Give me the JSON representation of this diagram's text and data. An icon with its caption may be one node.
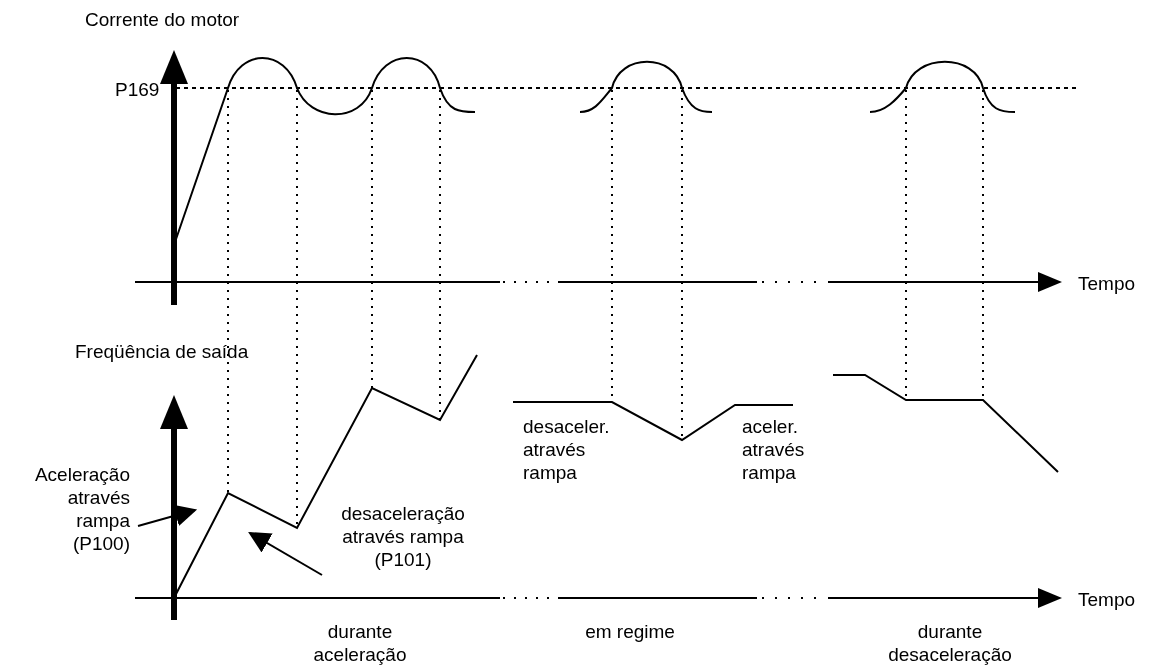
{
  "diagram": {
    "nodes": [
      {
        "text": [
          "Aceleração através rampa (P100)"
        ]
      },
      {
        "text": [
          "desaceleração através rampa (P101)"
        ]
      }
    ],
    "edges": [
      {
        "from": 0,
        "to": null,
        "arrow": "to"
      },
      {
        "from": 1,
        "to": null,
        "arrow": "to"
      }
    ],
    "labels": [
      "Corrente do motor",
      "P169",
      "Tempo",
      "Freqüência de saída",
      "desaceler. através rampa",
      "aceler. através rampa",
      "Tempo",
      "durante aceleração",
      "em regime",
      "durante desaceleração"
    ]
  }
}
